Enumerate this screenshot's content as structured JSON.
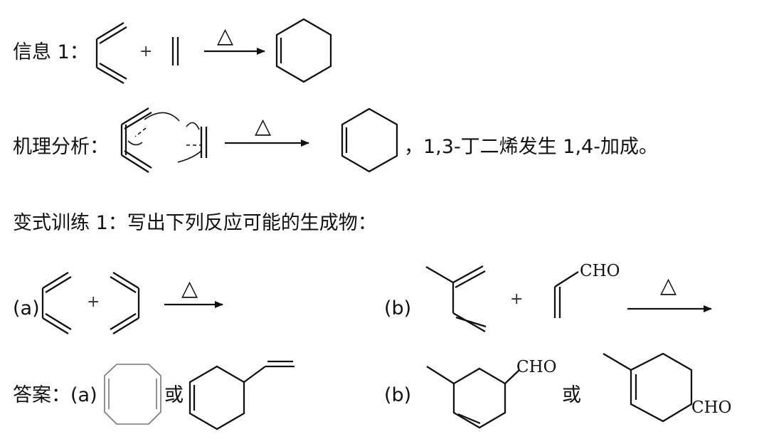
{
  "info": {
    "label": "信息 1：",
    "plus": "+",
    "delta": "△"
  },
  "mechanism": {
    "label": "机理分析：",
    "delta": "△",
    "conclusion": "，1,3-丁二烯发生 1,4-加成。"
  },
  "exercise": {
    "label": "变式训练 1：写出下列反应可能的生成物："
  },
  "part_a": {
    "label": "(a)",
    "plus": "+",
    "delta": "△"
  },
  "part_b": {
    "label": "(b)",
    "plus": "+",
    "delta": "△",
    "aldehyde": "CHO"
  },
  "answer": {
    "label": "答案：(a)",
    "or_a": "或",
    "b_label": "(b)",
    "or_b": "或",
    "cho_1": "CHO",
    "cho_2": "CHO"
  }
}
